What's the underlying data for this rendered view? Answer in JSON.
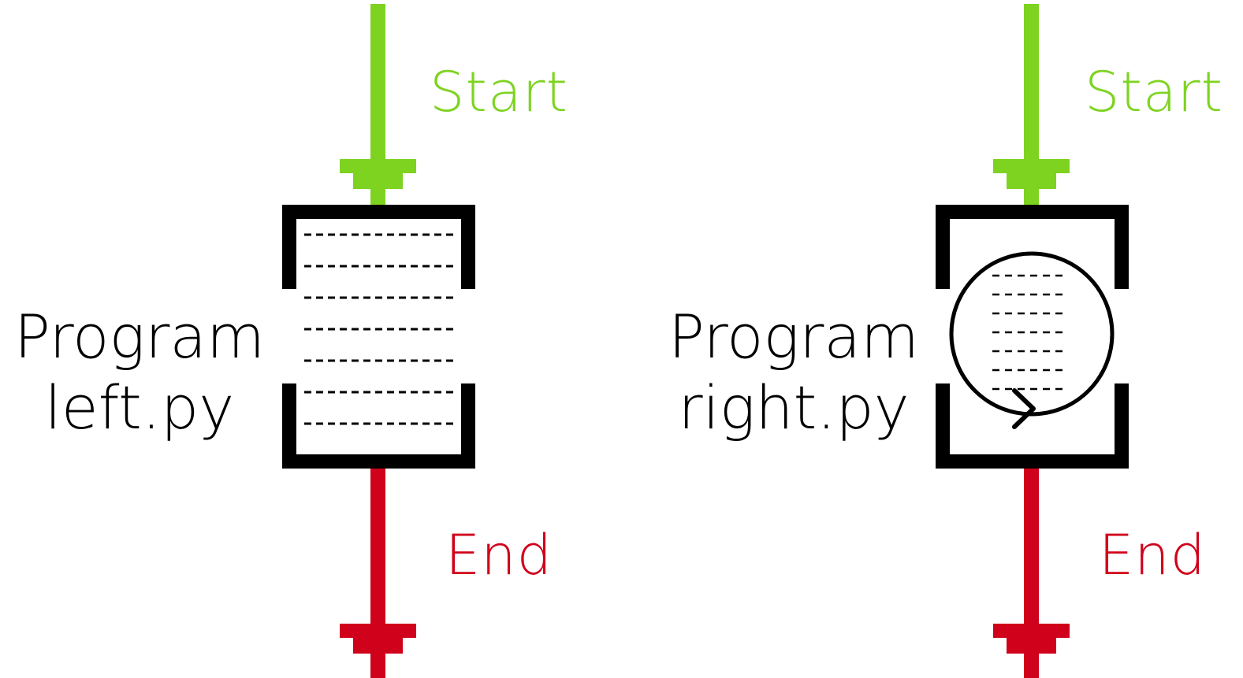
{
  "colors": {
    "start": "#7ed321",
    "end": "#d0021b",
    "ink": "#000000"
  },
  "left": {
    "start_label": "Start",
    "end_label": "End",
    "program_word": "Program",
    "program_file": "left.py",
    "code_lines": 7
  },
  "right": {
    "start_label": "Start",
    "end_label": "End",
    "program_word": "Program",
    "program_file": "right.py",
    "code_lines": 7,
    "loop_icon": "loop-arrow-icon"
  }
}
